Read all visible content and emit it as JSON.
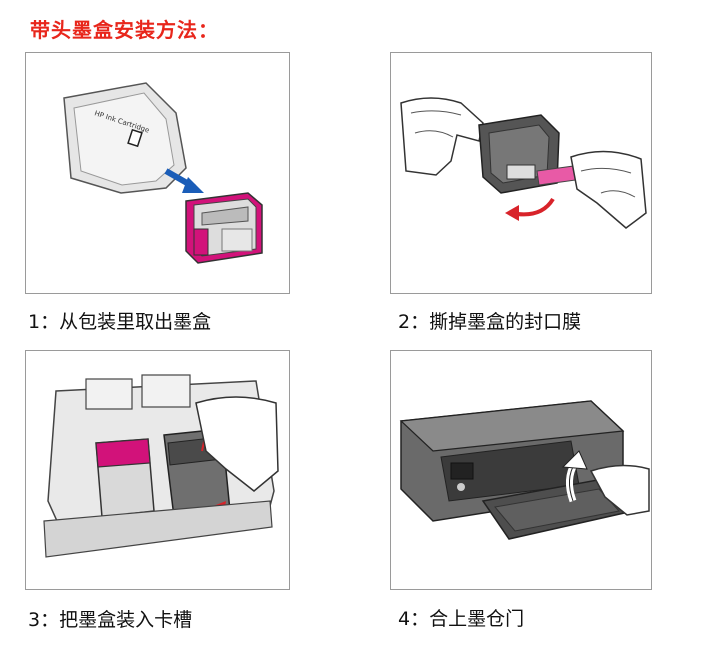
{
  "title": "带头墨盒安装方法：",
  "steps": [
    {
      "label": "1：从包装里取出墨盒"
    },
    {
      "label": "2：撕掉墨盒的封口膜"
    },
    {
      "label": "3：把墨盒装入卡槽"
    },
    {
      "label": "4：合上墨仓门"
    }
  ],
  "package_text": "HP Ink Cartridge",
  "colors": {
    "title_red": "#e8261b",
    "magenta": "#d2127a",
    "arrow_blue": "#1a5db8",
    "arrow_red": "#d8232a",
    "frame_border": "#9a9a9a"
  }
}
